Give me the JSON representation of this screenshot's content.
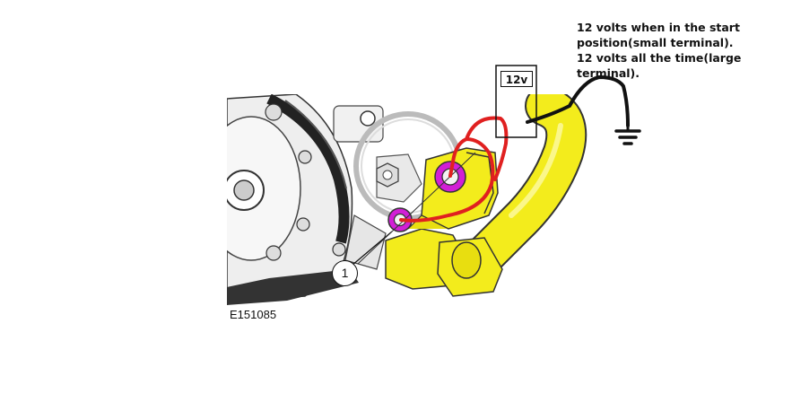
{
  "annotation": {
    "note": "12 volts when in the start position(small terminal). 12 volts all the time(large terminal).",
    "meter_label": "12v"
  },
  "figure": {
    "id": "E151085",
    "callout": "1"
  },
  "colors": {
    "component_yellow": "#f3ec1c",
    "terminal_magenta": "#d21fd6",
    "test_lead_red": "#e02020",
    "ground_lead_black": "#111111"
  }
}
